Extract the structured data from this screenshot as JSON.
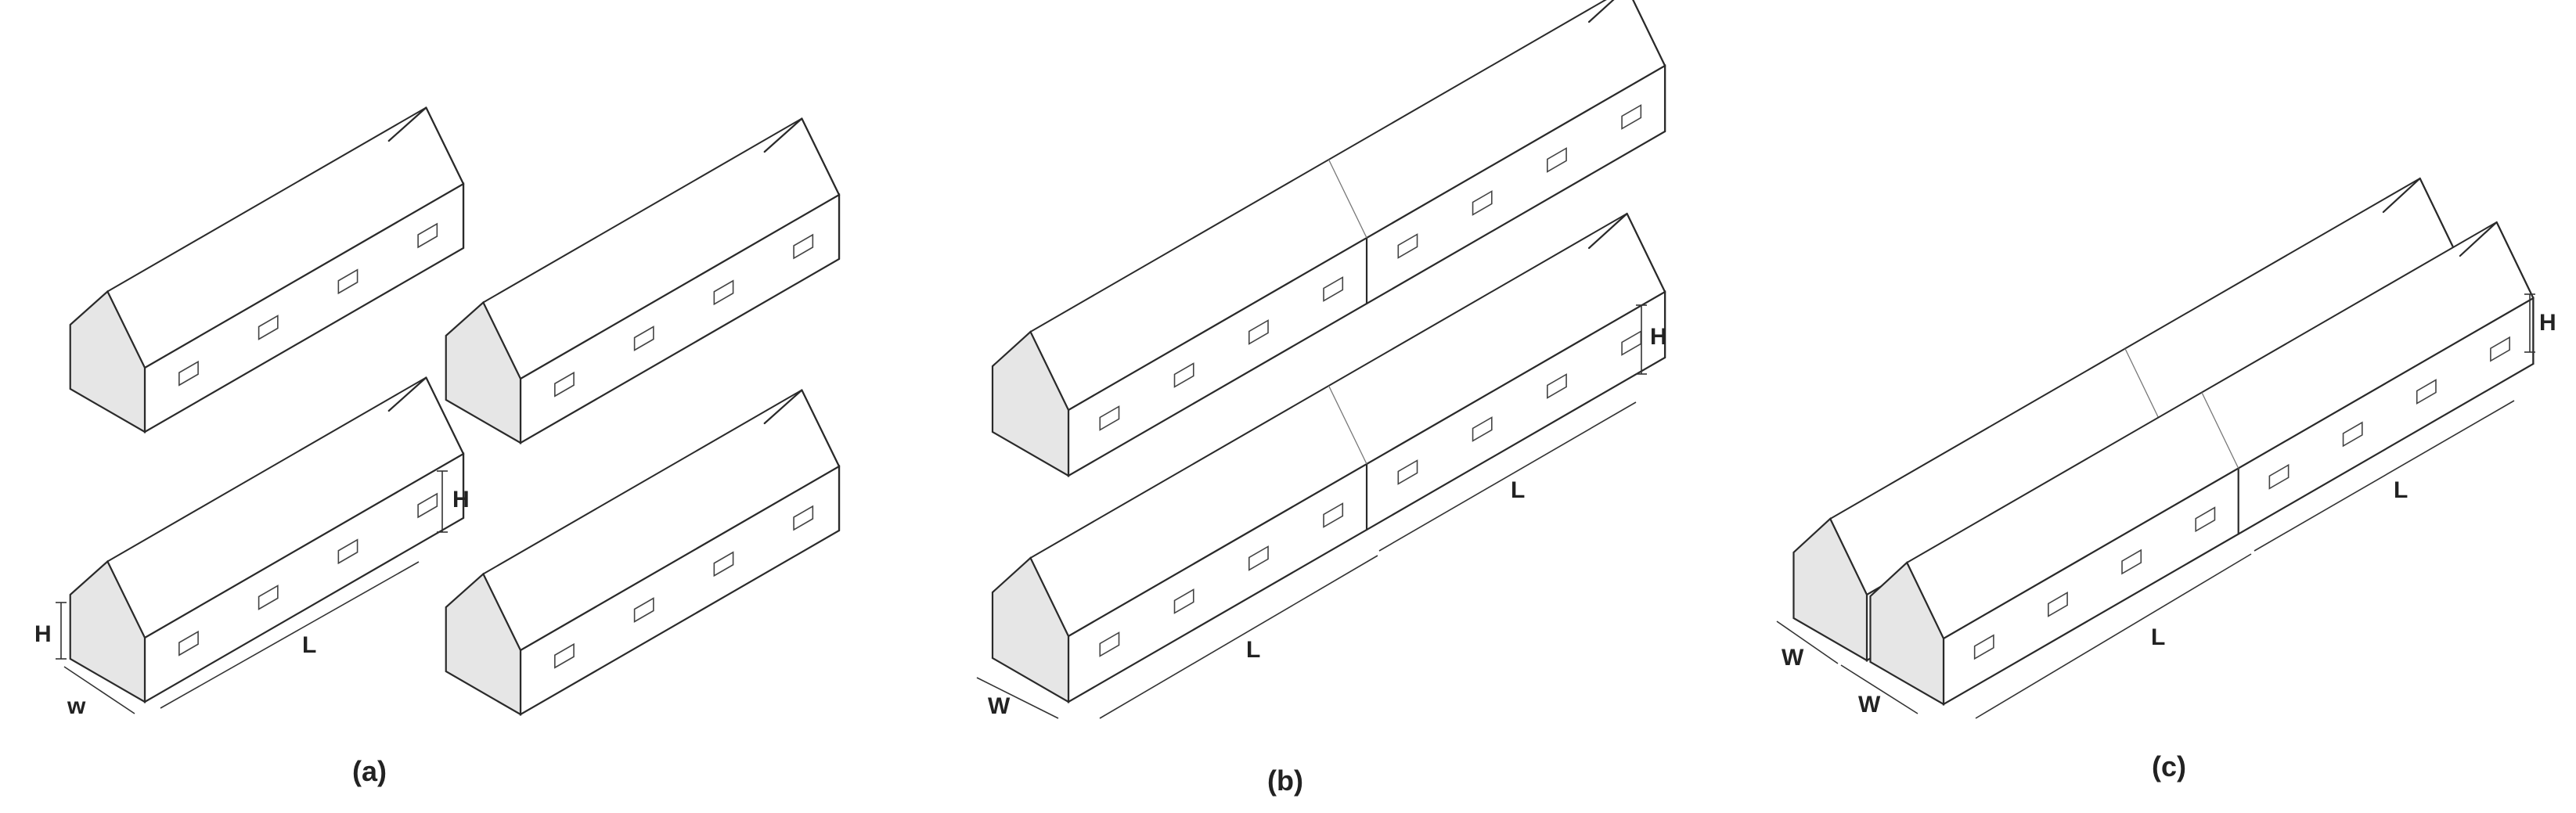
{
  "panels": [
    {
      "id": "a",
      "caption": "(a)"
    },
    {
      "id": "b",
      "caption": "(b)"
    },
    {
      "id": "c",
      "caption": "(c)"
    }
  ],
  "dimension_labels": {
    "height": "H",
    "length": "L",
    "width_small": "w",
    "width": "W"
  },
  "colors": {
    "line": "#2a2a2a",
    "gable_fill": "#e6e6e6",
    "roof_shade": "#c9c9c9"
  }
}
